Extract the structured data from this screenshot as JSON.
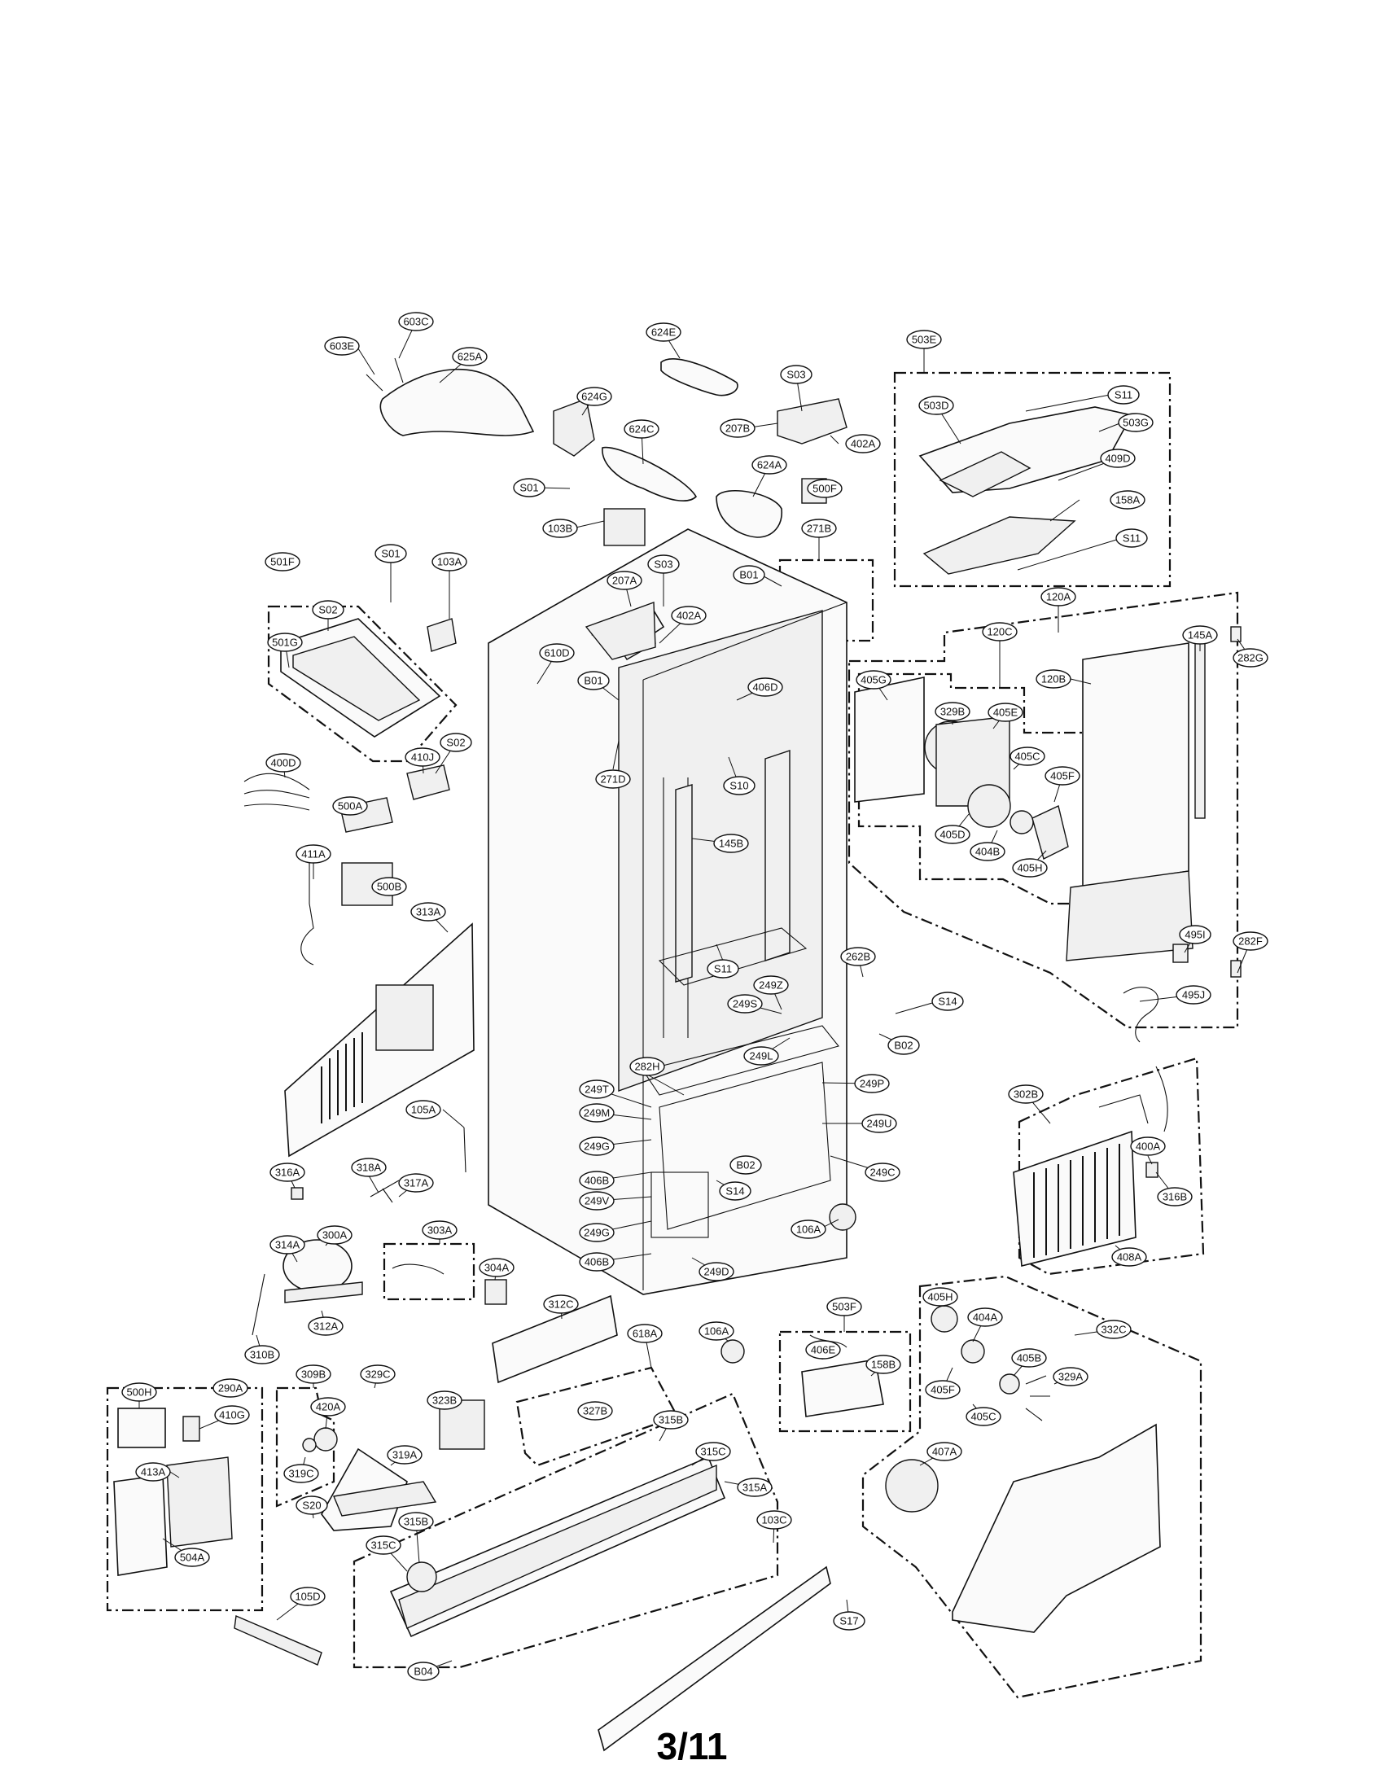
{
  "page": {
    "number": "3/11"
  },
  "parts": [
    {
      "id": "603E"
    },
    {
      "id": "603C"
    },
    {
      "id": "625A"
    },
    {
      "id": "624E"
    },
    {
      "id": "503E"
    },
    {
      "id": "S03"
    },
    {
      "id": "624G"
    },
    {
      "id": "207B"
    },
    {
      "id": "402A"
    },
    {
      "id": "503D"
    },
    {
      "id": "S11"
    },
    {
      "id": "503G"
    },
    {
      "id": "624C"
    },
    {
      "id": "624A"
    },
    {
      "id": "500F"
    },
    {
      "id": "409D"
    },
    {
      "id": "S01"
    },
    {
      "id": "103B"
    },
    {
      "id": "158A"
    },
    {
      "id": "271B"
    },
    {
      "id": "S11"
    },
    {
      "id": "501F"
    },
    {
      "id": "S01"
    },
    {
      "id": "103A"
    },
    {
      "id": "S03"
    },
    {
      "id": "B01"
    },
    {
      "id": "207A"
    },
    {
      "id": "120A"
    },
    {
      "id": "S02"
    },
    {
      "id": "402A"
    },
    {
      "id": "282G"
    },
    {
      "id": "501G"
    },
    {
      "id": "610D"
    },
    {
      "id": "120C"
    },
    {
      "id": "145A"
    },
    {
      "id": "B01"
    },
    {
      "id": "405G"
    },
    {
      "id": "120B"
    },
    {
      "id": "406D"
    },
    {
      "id": "329B"
    },
    {
      "id": "405E"
    },
    {
      "id": "410J"
    },
    {
      "id": "S02"
    },
    {
      "id": "400D"
    },
    {
      "id": "271D"
    },
    {
      "id": "S10"
    },
    {
      "id": "405C"
    },
    {
      "id": "405F"
    },
    {
      "id": "500A"
    },
    {
      "id": "405D"
    },
    {
      "id": "404B"
    },
    {
      "id": "145B"
    },
    {
      "id": "405H"
    },
    {
      "id": "411A"
    },
    {
      "id": "500B"
    },
    {
      "id": "313A"
    },
    {
      "id": "495I"
    },
    {
      "id": "282F"
    },
    {
      "id": "S11"
    },
    {
      "id": "262B"
    },
    {
      "id": "249Z"
    },
    {
      "id": "495J"
    },
    {
      "id": "249S"
    },
    {
      "id": "S14"
    },
    {
      "id": "B02"
    },
    {
      "id": "249L"
    },
    {
      "id": "282H"
    },
    {
      "id": "249P"
    },
    {
      "id": "249T"
    },
    {
      "id": "302B"
    },
    {
      "id": "105A"
    },
    {
      "id": "249M"
    },
    {
      "id": "249U"
    },
    {
      "id": "318A"
    },
    {
      "id": "317A"
    },
    {
      "id": "249G"
    },
    {
      "id": "400A"
    },
    {
      "id": "B02"
    },
    {
      "id": "406B"
    },
    {
      "id": "249C"
    },
    {
      "id": "316A"
    },
    {
      "id": "S14"
    },
    {
      "id": "316B"
    },
    {
      "id": "249V"
    },
    {
      "id": "303A"
    },
    {
      "id": "249G"
    },
    {
      "id": "106A"
    },
    {
      "id": "314A"
    },
    {
      "id": "300A"
    },
    {
      "id": "406B"
    },
    {
      "id": "408A"
    },
    {
      "id": "304A"
    },
    {
      "id": "249D"
    },
    {
      "id": "405H"
    },
    {
      "id": "312C"
    },
    {
      "id": "106A"
    },
    {
      "id": "503F"
    },
    {
      "id": "404A"
    },
    {
      "id": "312A"
    },
    {
      "id": "332C"
    },
    {
      "id": "618A"
    },
    {
      "id": "310B"
    },
    {
      "id": "406E"
    },
    {
      "id": "405B"
    },
    {
      "id": "309B"
    },
    {
      "id": "329C"
    },
    {
      "id": "158B"
    },
    {
      "id": "329A"
    },
    {
      "id": "405F"
    },
    {
      "id": "290A"
    },
    {
      "id": "500H"
    },
    {
      "id": "420A"
    },
    {
      "id": "323B"
    },
    {
      "id": "327B"
    },
    {
      "id": "405C"
    },
    {
      "id": "410G"
    },
    {
      "id": "315B"
    },
    {
      "id": "315C"
    },
    {
      "id": "319A"
    },
    {
      "id": "407A"
    },
    {
      "id": "319C"
    },
    {
      "id": "413A"
    },
    {
      "id": "315A"
    },
    {
      "id": "S20"
    },
    {
      "id": "103C"
    },
    {
      "id": "315B"
    },
    {
      "id": "315C"
    },
    {
      "id": "504A"
    },
    {
      "id": "105D"
    },
    {
      "id": "S17"
    },
    {
      "id": "B04"
    }
  ]
}
